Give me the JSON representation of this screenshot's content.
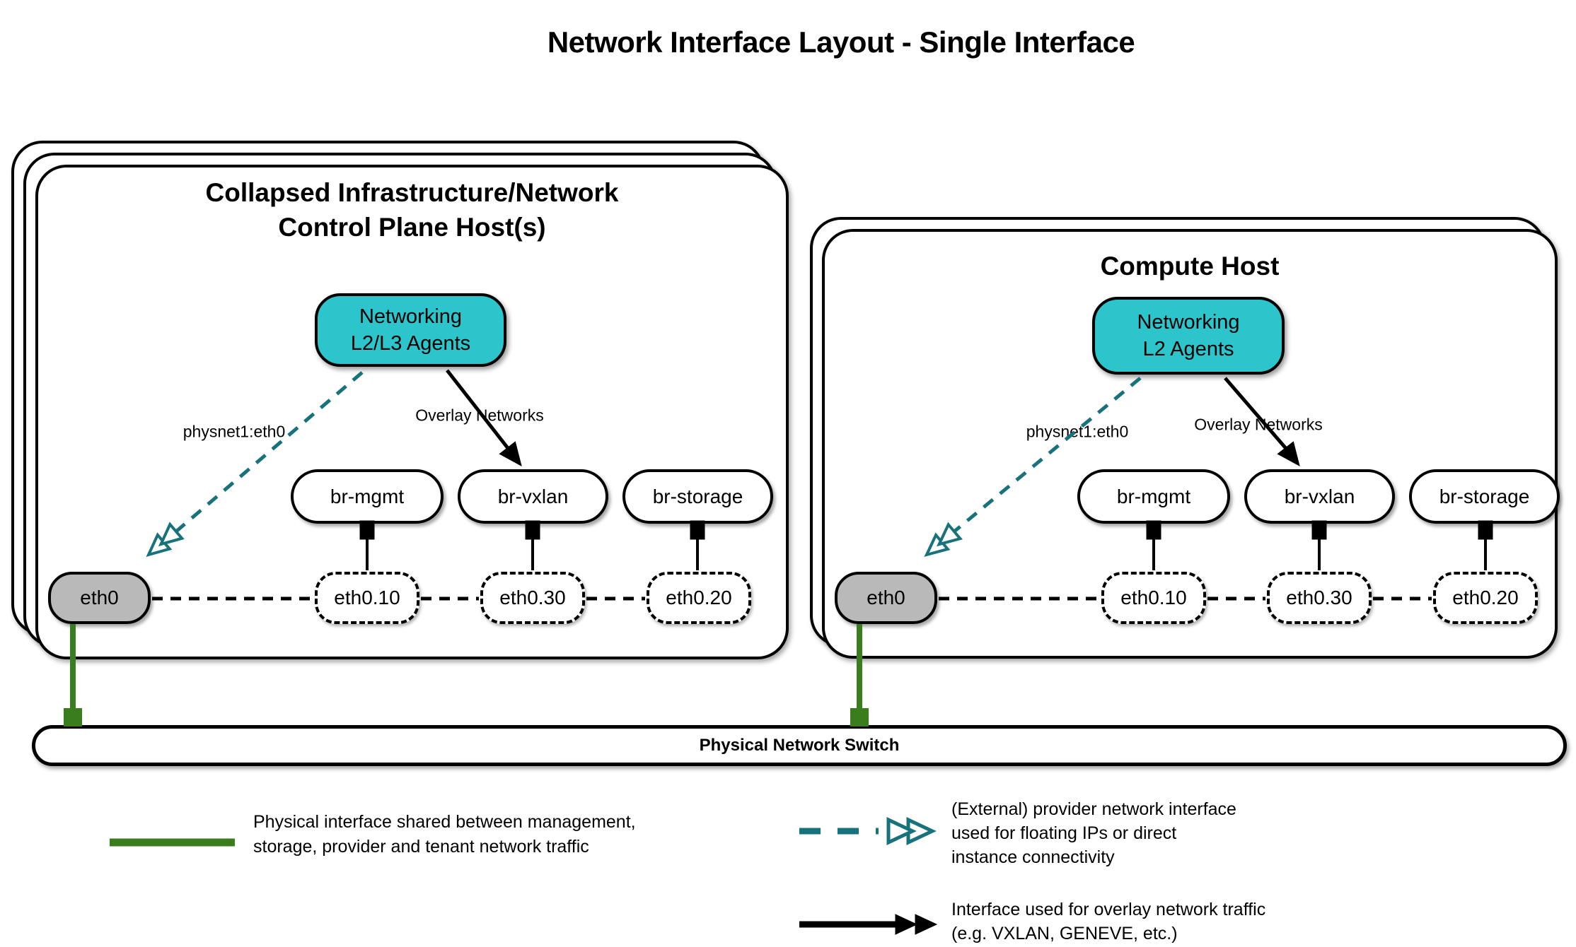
{
  "page": {
    "title": "Network Interface Layout - Single Interface"
  },
  "hosts": [
    {
      "title": [
        "Collapsed Infrastructure/Network",
        "Control Plane Host(s)"
      ],
      "agent": [
        "Networking",
        "L2/L3 Agents"
      ],
      "provider_label": "physnet1:eth0",
      "overlay_label": "Overlay Networks",
      "bridges": [
        "br-mgmt",
        "br-vxlan",
        "br-storage"
      ],
      "phys_interface": "eth0",
      "vlans": [
        "eth0.10",
        "eth0.30",
        "eth0.20"
      ]
    },
    {
      "title": [
        "Compute Host"
      ],
      "agent": [
        "Networking",
        "L2 Agents"
      ],
      "provider_label": "physnet1:eth0",
      "overlay_label": "Overlay Networks",
      "bridges": [
        "br-mgmt",
        "br-vxlan",
        "br-storage"
      ],
      "phys_interface": "eth0",
      "vlans": [
        "eth0.10",
        "eth0.30",
        "eth0.20"
      ]
    }
  ],
  "switch": {
    "label": "Physical Network Switch"
  },
  "legend": [
    {
      "swatch": "green-solid-line",
      "lines": [
        "Physical interface shared between management,",
        "storage, provider and tenant network traffic"
      ]
    },
    {
      "swatch": "teal-dashed-double-arrow",
      "lines": [
        "(External) provider network interface",
        "used for floating IPs or direct",
        "instance connectivity"
      ]
    },
    {
      "swatch": "black-solid-double-arrow",
      "lines": [
        "Interface used for overlay network traffic",
        "(e.g. VXLAN, GENEVE, etc.)"
      ]
    }
  ],
  "colors": {
    "teal_fill": "#2cc5cb",
    "teal_line": "#17727c",
    "green_line": "#3a7d1f",
    "gray_fill": "#b9b9b9"
  }
}
